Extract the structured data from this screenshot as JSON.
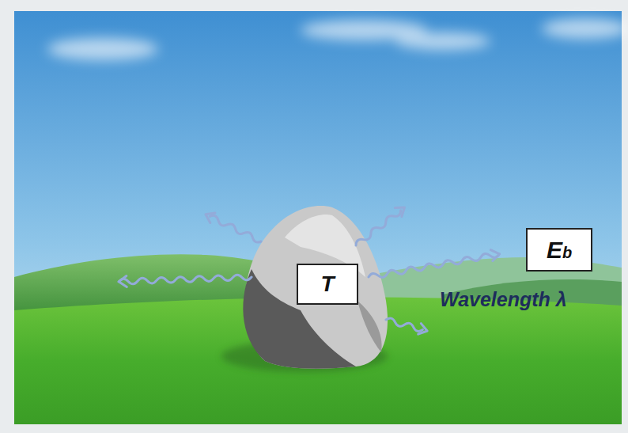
{
  "diagram": {
    "nodes": [
      {
        "text": [
          "T"
        ]
      },
      {
        "text": [
          "Eb"
        ]
      }
    ],
    "labels": [
      "Wavelength λ"
    ]
  }
}
